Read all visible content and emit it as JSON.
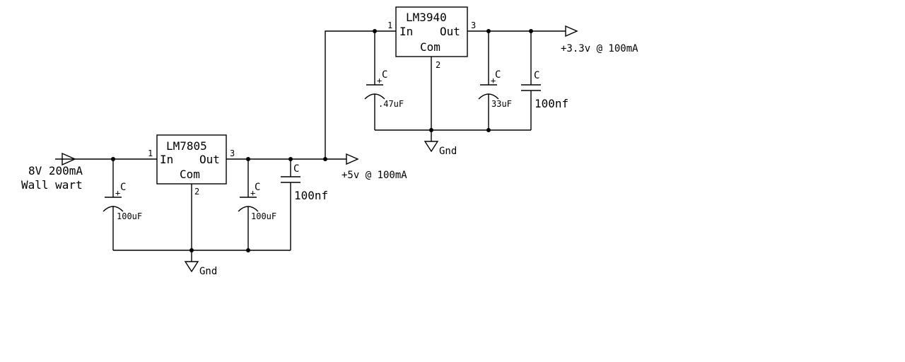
{
  "input": {
    "voltage_label": "8V 200mA",
    "source_label": "Wall wart"
  },
  "regulators": {
    "lm7805": {
      "name": "LM7805",
      "pin_in": "In",
      "pin_out": "Out",
      "pin_com": "Com",
      "pin1": "1",
      "pin2": "2",
      "pin3": "3"
    },
    "lm3940": {
      "name": "LM3940",
      "pin_in": "In",
      "pin_out": "Out",
      "pin_com": "Com",
      "pin1": "1",
      "pin2": "2",
      "pin3": "3"
    }
  },
  "capacitors": {
    "c_in_5v": {
      "ref": "C",
      "value": "100uF",
      "polarized": true
    },
    "c_out_5v_elec": {
      "ref": "C",
      "value": "100uF",
      "polarized": true
    },
    "c_out_5v_cer": {
      "ref": "C",
      "value": "100nf",
      "polarized": false
    },
    "c_in_3v3": {
      "ref": "C",
      "value": ".47uF",
      "polarized": true
    },
    "c_out_3v3_elec": {
      "ref": "C",
      "value": "33uF",
      "polarized": true
    },
    "c_out_3v3_cer": {
      "ref": "C",
      "value": "100nf",
      "polarized": false
    }
  },
  "outputs": {
    "rail_5v": "+5v @ 100mA",
    "rail_3v3": "+3.3v @ 100mA"
  },
  "grounds": {
    "ground_1": "Gnd",
    "ground_2": "Gnd"
  },
  "plus_sign": "+"
}
